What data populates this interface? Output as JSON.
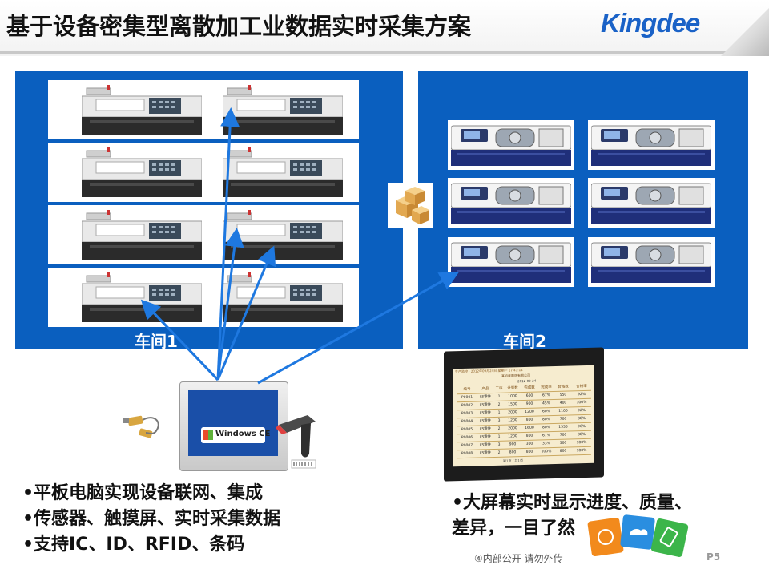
{
  "header": {
    "title": "基于设备密集型离散加工业数据实时采集方案",
    "logo_text": "Kingdee"
  },
  "workshops": [
    {
      "label": "车间1"
    },
    {
      "label": "车间2"
    }
  ],
  "panel_pc": {
    "os_label": "Windows CE"
  },
  "big_screen": {
    "header_text": "生产监控 · 2012年09月24日 星期一 17:41:14",
    "company_text": "某机床制造有限公司",
    "date_text": "2012-09-24",
    "columns": [
      "编号",
      "产品",
      "工序",
      "计划数",
      "完成数",
      "完成率",
      "合格数",
      "合格率"
    ],
    "rows": [
      [
        "P0001",
        "LS零件",
        "1",
        "1000",
        "600",
        "67%",
        "550",
        "92%"
      ],
      [
        "P0002",
        "LS零件",
        "2",
        "1500",
        "900",
        "45%",
        "400",
        "100%"
      ],
      [
        "P0003",
        "LS零件",
        "1",
        "2000",
        "1200",
        "60%",
        "1100",
        "92%"
      ],
      [
        "P0004",
        "LS零件",
        "3",
        "1200",
        "800",
        "80%",
        "700",
        "88%"
      ],
      [
        "P0005",
        "LS零件",
        "2",
        "2000",
        "1600",
        "80%",
        "1533",
        "96%"
      ],
      [
        "P0006",
        "LS零件",
        "1",
        "1200",
        "800",
        "67%",
        "700",
        "88%"
      ],
      [
        "P0007",
        "LS零件",
        "3",
        "900",
        "300",
        "33%",
        "300",
        "100%"
      ],
      [
        "P0008",
        "LS零件",
        "2",
        "800",
        "800",
        "100%",
        "800",
        "100%"
      ]
    ],
    "footer_text": "第1页 / 共1页"
  },
  "left_bullets": [
    "•平板电脑实现设备联网、集成",
    "•传感器、触摸屏、实时采集数据",
    "•支持IC、ID、RFID、条码"
  ],
  "right_bullets": [
    "•大屏幕实时显示进度、质量、",
    "差异，一目了然"
  ],
  "footer": {
    "confidentiality": "④内部公开 请勿外传",
    "page": "P5"
  },
  "colors": {
    "workshop_blue": "#0a5fbf",
    "logo_blue": "#1a62c7",
    "arrow_blue": "#1e78e0"
  }
}
